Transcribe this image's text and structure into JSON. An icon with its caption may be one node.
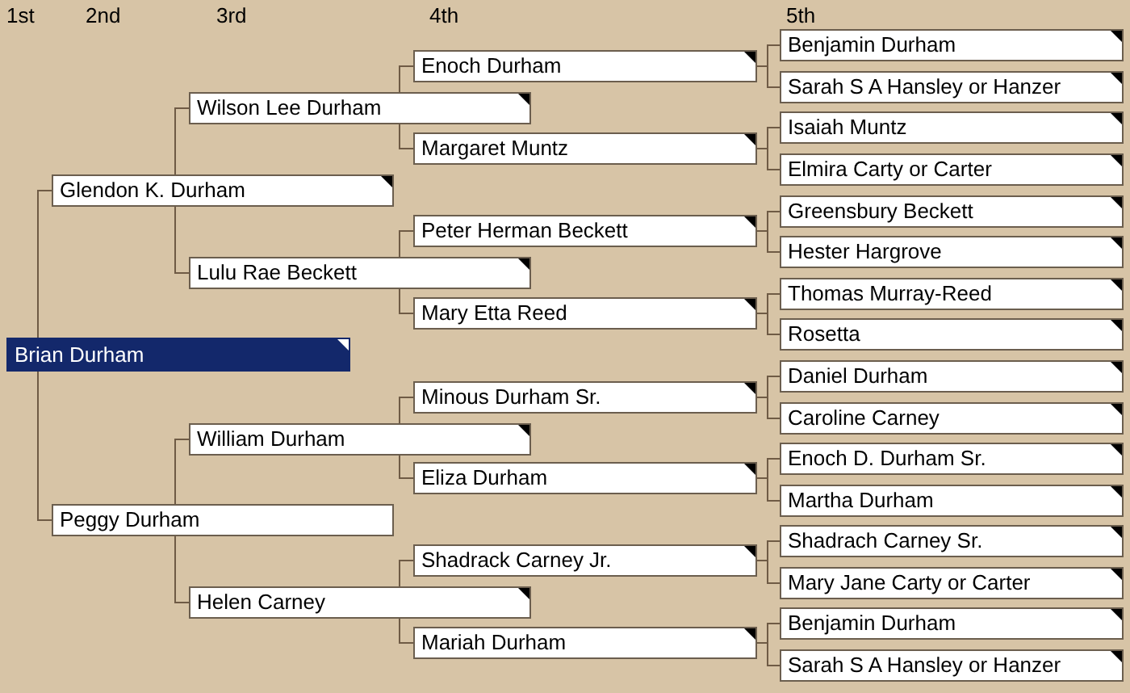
{
  "diagram": {
    "nodes": [
      {
        "text": [
          "Brian Durham"
        ]
      },
      {
        "text": [
          "Glendon K. Durham"
        ]
      },
      {
        "text": [
          "Peggy Durham"
        ]
      },
      {
        "text": [
          "Wilson Lee Durham"
        ]
      },
      {
        "text": [
          "Lulu Rae Beckett"
        ]
      },
      {
        "text": [
          "William Durham"
        ]
      },
      {
        "text": [
          "Helen Carney"
        ]
      },
      {
        "text": [
          "Enoch Durham"
        ]
      },
      {
        "text": [
          "Margaret Muntz"
        ]
      },
      {
        "text": [
          "Peter Herman Beckett"
        ]
      },
      {
        "text": [
          "Mary Etta Reed"
        ]
      },
      {
        "text": [
          "Minous Durham Sr."
        ]
      },
      {
        "text": [
          "Eliza Durham"
        ]
      },
      {
        "text": [
          "Shadrack Carney Jr."
        ]
      },
      {
        "text": [
          "Mariah Durham"
        ]
      },
      {
        "text": [
          "Benjamin Durham"
        ]
      },
      {
        "text": [
          "Sarah S A Hansley or Hanzer"
        ]
      },
      {
        "text": [
          "Isaiah Muntz"
        ]
      },
      {
        "text": [
          "Elmira Carty or Carter"
        ]
      },
      {
        "text": [
          "Greensbury Beckett"
        ]
      },
      {
        "text": [
          "Hester Hargrove"
        ]
      },
      {
        "text": [
          "Thomas Murray-Reed"
        ]
      },
      {
        "text": [
          "Rosetta"
        ]
      },
      {
        "text": [
          "Daniel Durham"
        ]
      },
      {
        "text": [
          "Caroline Carney"
        ]
      },
      {
        "text": [
          "Enoch D. Durham Sr."
        ]
      },
      {
        "text": [
          "Martha Durham"
        ]
      },
      {
        "text": [
          "Shadrach Carney Sr."
        ]
      },
      {
        "text": [
          "Mary Jane Carty or Carter"
        ]
      },
      {
        "text": [
          "Benjamin Durham"
        ]
      },
      {
        "text": [
          "Sarah S A Hansley or Hanzer"
        ]
      }
    ],
    "edges": [
      {
        "from": 0,
        "to": 1,
        "arrow": "none"
      },
      {
        "from": 0,
        "to": 2,
        "arrow": "none"
      },
      {
        "from": 1,
        "to": 3,
        "arrow": "none"
      },
      {
        "from": 1,
        "to": 4,
        "arrow": "none"
      },
      {
        "from": 2,
        "to": 5,
        "arrow": "none"
      },
      {
        "from": 2,
        "to": 6,
        "arrow": "none"
      },
      {
        "from": 3,
        "to": 7,
        "arrow": "none"
      },
      {
        "from": 3,
        "to": 8,
        "arrow": "none"
      },
      {
        "from": 4,
        "to": 9,
        "arrow": "none"
      },
      {
        "from": 4,
        "to": 10,
        "arrow": "none"
      },
      {
        "from": 5,
        "to": 11,
        "arrow": "none"
      },
      {
        "from": 5,
        "to": 12,
        "arrow": "none"
      },
      {
        "from": 6,
        "to": 13,
        "arrow": "none"
      },
      {
        "from": 6,
        "to": 14,
        "arrow": "none"
      },
      {
        "from": 7,
        "to": 15,
        "arrow": "none"
      },
      {
        "from": 7,
        "to": 16,
        "arrow": "none"
      },
      {
        "from": 8,
        "to": 17,
        "arrow": "none"
      },
      {
        "from": 8,
        "to": 18,
        "arrow": "none"
      },
      {
        "from": 9,
        "to": 19,
        "arrow": "none"
      },
      {
        "from": 9,
        "to": 20,
        "arrow": "none"
      },
      {
        "from": 10,
        "to": 21,
        "arrow": "none"
      },
      {
        "from": 10,
        "to": 22,
        "arrow": "none"
      },
      {
        "from": 11,
        "to": 23,
        "arrow": "none"
      },
      {
        "from": 11,
        "to": 24,
        "arrow": "none"
      },
      {
        "from": 12,
        "to": 25,
        "arrow": "none"
      },
      {
        "from": 12,
        "to": 26,
        "arrow": "none"
      },
      {
        "from": 13,
        "to": 27,
        "arrow": "none"
      },
      {
        "from": 13,
        "to": 28,
        "arrow": "none"
      },
      {
        "from": 14,
        "to": 29,
        "arrow": "none"
      },
      {
        "from": 14,
        "to": 30,
        "arrow": "none"
      }
    ],
    "labels": [
      "1st",
      "2nd",
      "3rd",
      "4th",
      "5th"
    ]
  }
}
